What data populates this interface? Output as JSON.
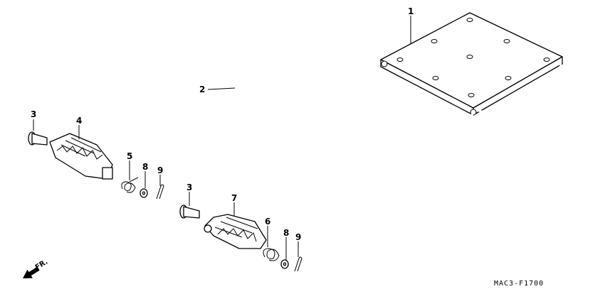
{
  "callouts": {
    "stand": "1",
    "triangle": "2",
    "bolt_left": "3",
    "footpeg_left": "4",
    "spring_left": "5",
    "washer_left": "8",
    "pin_left": "9",
    "bolt_right": "3",
    "footpeg_right": "7",
    "spring_right": "6",
    "washer_right": "8",
    "pin_right": "9"
  },
  "front_label": "FR.",
  "diagram_code": "MAC3-F1700"
}
